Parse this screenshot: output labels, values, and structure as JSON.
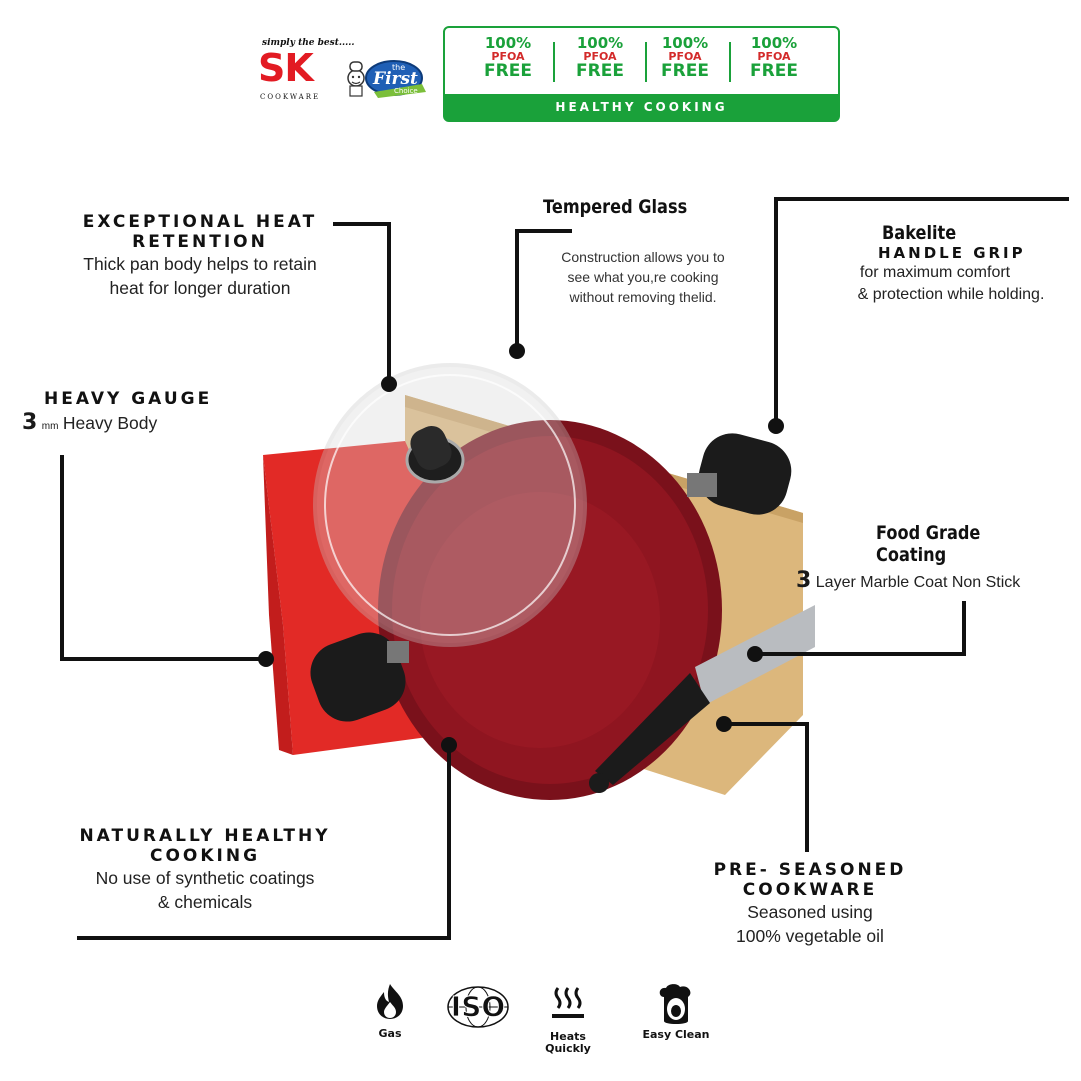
{
  "brand": {
    "tagline": "simply the best.....",
    "logo_letters": "SK",
    "logo_sub": "COOKWARE",
    "first_choice_top": "the",
    "first_choice_main": "First",
    "first_choice_bottom": "Choice"
  },
  "badge": {
    "items": [
      {
        "pct": "100%",
        "label": "PFOA",
        "free": "FREE"
      },
      {
        "pct": "100%",
        "label": "PFOA",
        "free": "FREE"
      },
      {
        "pct": "100%",
        "label": "PFOA",
        "free": "FREE"
      },
      {
        "pct": "100%",
        "label": "PFOA",
        "free": "FREE"
      }
    ],
    "footer": "HEALTHY COOKING",
    "green": "#1aa13a",
    "red": "#d32a2a"
  },
  "features": {
    "heat_retention": {
      "title_l1": "EXCEPTIONAL HEAT",
      "title_l2": "RETENTION",
      "desc_l1": "Thick pan body helps to retain",
      "desc_l2": "heat for longer duration"
    },
    "tempered_glass": {
      "title": "Tempered Glass",
      "desc_l1": "Construction allows you to",
      "desc_l2": "see what you,re cooking",
      "desc_l3": "without removing thelid."
    },
    "bakelite": {
      "title_l1": "Bakelite",
      "title_l2": "HANDLE GRIP",
      "desc_l1": "for maximum comfort",
      "desc_l2": "& protection while holding."
    },
    "heavy_gauge": {
      "title": "HEAVY GAUGE",
      "num": "3",
      "unit": "mm",
      "desc": "Heavy Body"
    },
    "food_grade": {
      "title": "Food Grade Coating",
      "num": "3",
      "desc": "Layer Marble Coat Non Stick"
    },
    "naturally_healthy": {
      "title_l1": "NATURALLY HEALTHY",
      "title_l2": "COOKING",
      "desc_l1": "No use of synthetic coatings",
      "desc_l2": "& chemicals"
    },
    "pre_seasoned": {
      "title_l1": "PRE- SEASONED",
      "title_l2": "COOKWARE",
      "desc_l1": "Seasoned using",
      "desc_l2": "100% vegetable oil"
    }
  },
  "footer_icons": [
    {
      "icon": "flame-icon",
      "label": "Gas"
    },
    {
      "icon": "iso-icon",
      "label": "ISO"
    },
    {
      "icon": "steam-icon",
      "label_l1": "Heats",
      "label_l2": "Quickly"
    },
    {
      "icon": "chef-icon",
      "label": "Easy Clean"
    }
  ],
  "colors": {
    "pan": "#8f1520",
    "towel": "#e22a26",
    "board": "#dcb77c",
    "brand_red": "#e21b23"
  }
}
